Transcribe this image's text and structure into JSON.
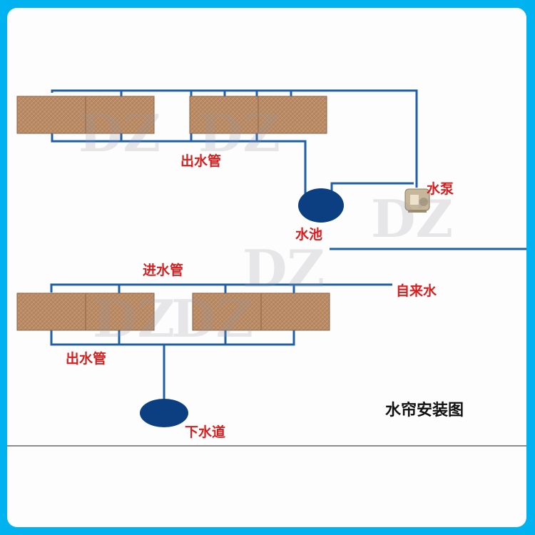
{
  "colors": {
    "frame_border": "#00b3f0",
    "pipe": "#1f5fa8",
    "pad_fill": "#b88a63",
    "tank_fill": "#0c3f82",
    "label_red": "#d81e1e",
    "title_black": "#111111"
  },
  "labels": {
    "outlet_pipe_top": "出水管",
    "pump": "水泵",
    "water_tank": "水池",
    "inlet_pipe": "进水管",
    "tap_water": "自来水",
    "outlet_pipe_bottom": "出水管",
    "sewer": "下水道"
  },
  "title": "水帘安装图",
  "watermark": [
    "DZ",
    "DZ",
    "DZ",
    "DZ",
    "DZ",
    "DZ"
  ]
}
